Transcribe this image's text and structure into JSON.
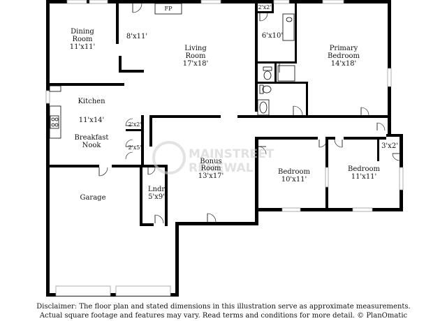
{
  "rooms": {
    "dining": {
      "name_l1": "Dining",
      "name_l2": "Room",
      "dims": "11'x11'"
    },
    "foyer": {
      "dims": "8'x11'"
    },
    "fireplace": {
      "label": "FP"
    },
    "living": {
      "name_l1": "Living",
      "name_l2": "Room",
      "dims": "17'x18'"
    },
    "closet_top": {
      "dims": "2'x2'"
    },
    "bath_primary": {
      "dims": "6'x10'"
    },
    "primary_bed": {
      "name_l1": "Primary",
      "name_l2": "Bedroom",
      "dims": "14'x18'"
    },
    "kitchen": {
      "name": "Kitchen",
      "dims": "11'x14'"
    },
    "breakfast": {
      "name_l1": "Breakfast",
      "name_l2": "Nook"
    },
    "closet_pantry": {
      "dims": "2'x2'"
    },
    "closet_hall": {
      "dims": "2'x5'"
    },
    "bonus": {
      "name_l1": "Bonus",
      "name_l2": "Room",
      "dims": "13'x17'"
    },
    "bedroom_1": {
      "name": "Bedroom",
      "dims": "10'x11'"
    },
    "bedroom_2": {
      "name": "Bedroom",
      "dims": "11'x11'"
    },
    "closet_right": {
      "dims": "3'x2'"
    },
    "garage": {
      "name": "Garage"
    },
    "laundry": {
      "name": "Lndr",
      "dims": "5'x9'"
    }
  },
  "watermark": {
    "line1": "MAINSTREET",
    "line2": "RENEWAL"
  },
  "disclaimer": {
    "line1": "Disclaimer: The floor plan and stated dimensions in this illustration serve as approximate measurements.",
    "line2": "Actual square footage and features may vary. Read terms and conditions for more detail. © PlanOmatic"
  }
}
